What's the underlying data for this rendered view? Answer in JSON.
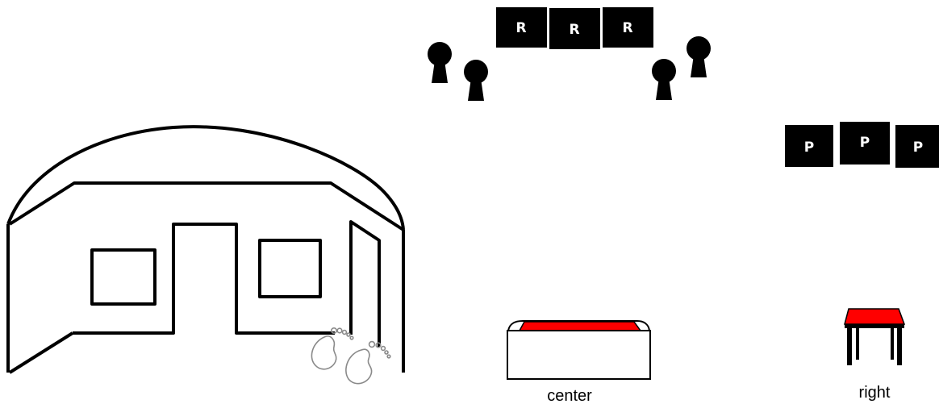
{
  "cards_top": [
    "R",
    "R",
    "R"
  ],
  "cards_right": [
    "P",
    "P",
    "P"
  ],
  "labels": {
    "center": "center",
    "right": "right"
  },
  "colors": {
    "ink": "#000000",
    "seat": "#ff0000",
    "footprint": "#8a8a8a",
    "card_text": "#ffffff"
  },
  "icons": {
    "keyhole": "keyhole-icon",
    "footprints": "footprints-icon"
  }
}
